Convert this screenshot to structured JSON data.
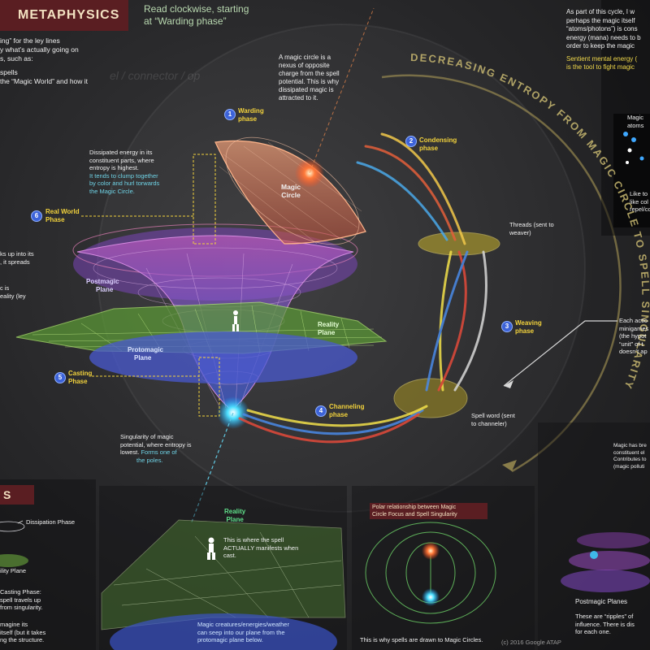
{
  "header": {
    "title": "METAPHYSICS",
    "subtitle_line1": "Read clockwise, starting",
    "subtitle_line2": "at “Warding phase”"
  },
  "intro": {
    "line1": "ing” for the ley lines",
    "line2": "y what’s actually going on",
    "line3": "s, such as:",
    "line4": "spells",
    "line5": "the “Magic World” and how it",
    "faint": "el / connector / op"
  },
  "top_right": {
    "line1": "As part of this cycle, I w",
    "line2": "perhaps the magic itself",
    "line3": "“atoms/photons”) is cons",
    "line4": "energy (mana) needs to b",
    "line5": "order to keep the magic",
    "line6": "Sentient mental energy (",
    "line7": "is the tool to fight magic"
  },
  "right_box": {
    "line1": "Magic",
    "line2": "atoms",
    "line3": "Like to",
    "line4": "like col",
    "line5": "repel/co"
  },
  "arc_text": "DECREASING ENTROPY FROM MAGIC CIRCLE TO SPELL SINGULARITY",
  "phases": [
    {
      "num": "1",
      "line1": "Warding",
      "line2": "phase"
    },
    {
      "num": "2",
      "line1": "Condensing",
      "line2": "phase"
    },
    {
      "num": "3",
      "line1": "Weaving",
      "line2": "phase"
    },
    {
      "num": "4",
      "line1": "Channeling",
      "line2": "phase"
    },
    {
      "num": "5",
      "line1": "Casting",
      "line2": "Phase"
    },
    {
      "num": "6",
      "line1": "Real World",
      "line2": "Phase"
    }
  ],
  "notes": {
    "magic_circle_1": "A magic circle is a",
    "magic_circle_2": "nexus of opposite",
    "magic_circle_3": "charge from the spell",
    "magic_circle_4": "potential.  This is why",
    "magic_circle_5": "dissipated magic is",
    "magic_circle_6": "attracted to it.",
    "magic_circle_label1": "Magic",
    "magic_circle_label2": "Circle",
    "dissipated_1": "Dissipated energy in its",
    "dissipated_2": "constituent parts, where",
    "dissipated_3": "entropy is highest.",
    "dissipated_4": "It tends to clump together",
    "dissipated_5": "by color and hurl torwards",
    "dissipated_6": "the Magic Circle.",
    "threads_1": "Threads (sent to",
    "threads_2": "weaver)",
    "spellword_1": "Spell word (sent",
    "spellword_2": "to channeler)",
    "singularity_1": "Singularity of magic",
    "singularity_2": "potential, where entropy is",
    "singularity_3": "lowest.",
    "singularity_4": "Forms one of",
    "singularity_5": "the poles.",
    "left_1": "ks up into its",
    "left_2": ", it spreads",
    "left_3": "c is",
    "left_4": "eality (ley",
    "each_action_1": "Each actio",
    "each_action_2": "minigames",
    "each_action_3": "(the hypot",
    "each_action_4": "“unit” of t",
    "each_action_5": "doesn’t ap",
    "magic_br_1": "Magic has bre",
    "magic_br_2": "constituent el",
    "magic_br_3": "Contributes to",
    "magic_br_4": "(magic polluti"
  },
  "planes": {
    "postmagic_1": "Postmagic",
    "postmagic_2": "Plane",
    "reality_1": "Reality",
    "reality_2": "Plane",
    "protomagic_1": "Protomagic",
    "protomagic_2": "Plane"
  },
  "bottom": {
    "left_title": "S",
    "dissipation": "Dissipation Phase",
    "ity_plane": "ility Plane",
    "casting_1": "Casting Phase:",
    "casting_2": "spell travels up",
    "casting_3": "from singularity.",
    "imagine_1": "magine its",
    "imagine_2": "itself (but it takes",
    "imagine_3": "ng the structure.",
    "reality_title_1": "Reality",
    "reality_title_2": "Plane",
    "reality_note_1": "This is where the spell",
    "reality_note_2": "ACTUALLY manifests when",
    "reality_note_3": "cast.",
    "creatures_1": "Magic creatures/energies/weather",
    "creatures_2": "can seep into our plane from the",
    "creatures_3": "protomagic plane below.",
    "polar_1": "Polar relationship between Magic",
    "polar_2": "Circle Focus and Spell Singularity",
    "polar_note": "This is why spells are drawn to Magic Circles.",
    "postmagic_planes": "Postmagic Planes",
    "ripples_1": "These are “ripples” of",
    "ripples_2": "influence.  There is dis",
    "ripples_3": "for each one.",
    "copyright": "(c) 2016 Google ATAP"
  },
  "colors": {
    "title_bg": "#5a1e22",
    "phase_yellow": "#f2d23c",
    "badge_blue": "#3d63d8",
    "grid_orange": "#f08a4c",
    "grid_green": "#9fe25a",
    "grid_blue": "#5a7ae8",
    "grid_purple": "#a64fd0"
  }
}
